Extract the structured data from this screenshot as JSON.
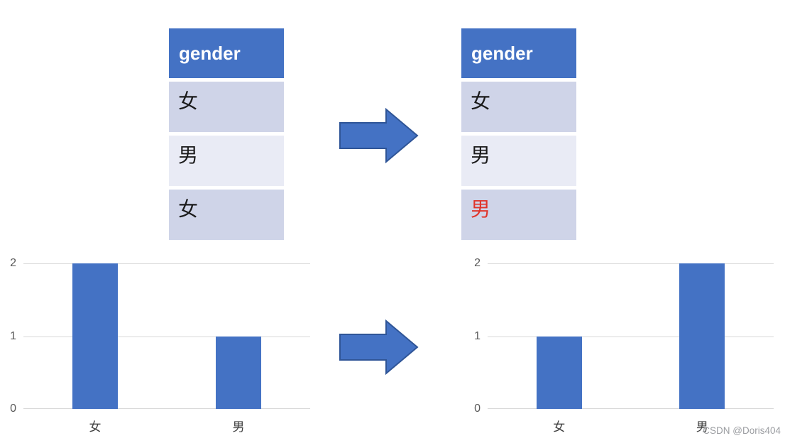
{
  "colors": {
    "accent_blue": "#4472c4",
    "arrow_border": "#2f5597",
    "row_odd_bg": "#cfd4e8",
    "row_even_bg": "#e9ebf5",
    "changed_value_red": "#e0342a",
    "gridline_gray": "#d9d9d9",
    "tick_label_gray": "#595959",
    "watermark_gray": "#9b9da1"
  },
  "tables": [
    {
      "header": "gender",
      "rows": [
        {
          "value": "女",
          "color": "#1a1a1a"
        },
        {
          "value": "男",
          "color": "#1a1a1a"
        },
        {
          "value": "女",
          "color": "#1a1a1a"
        }
      ]
    },
    {
      "header": "gender",
      "rows": [
        {
          "value": "女",
          "color": "#1a1a1a"
        },
        {
          "value": "男",
          "color": "#1a1a1a"
        },
        {
          "value": "男",
          "color": "#e0342a"
        }
      ]
    }
  ],
  "chart_data": [
    {
      "type": "bar",
      "title": "",
      "categories": [
        "女",
        "男"
      ],
      "values": [
        2,
        1
      ],
      "xlabel": "",
      "ylabel": "",
      "ylim": [
        0,
        2
      ],
      "yticks": [
        0,
        1,
        2
      ],
      "grid": true,
      "legend": "none",
      "bar_color": "#4472c4"
    },
    {
      "type": "bar",
      "title": "",
      "categories": [
        "女",
        "男"
      ],
      "values": [
        1,
        2
      ],
      "xlabel": "",
      "ylabel": "",
      "ylim": [
        0,
        2
      ],
      "yticks": [
        0,
        1,
        2
      ],
      "grid": true,
      "legend": "none",
      "bar_color": "#4472c4"
    }
  ],
  "watermark": "CSDN @Doris404"
}
